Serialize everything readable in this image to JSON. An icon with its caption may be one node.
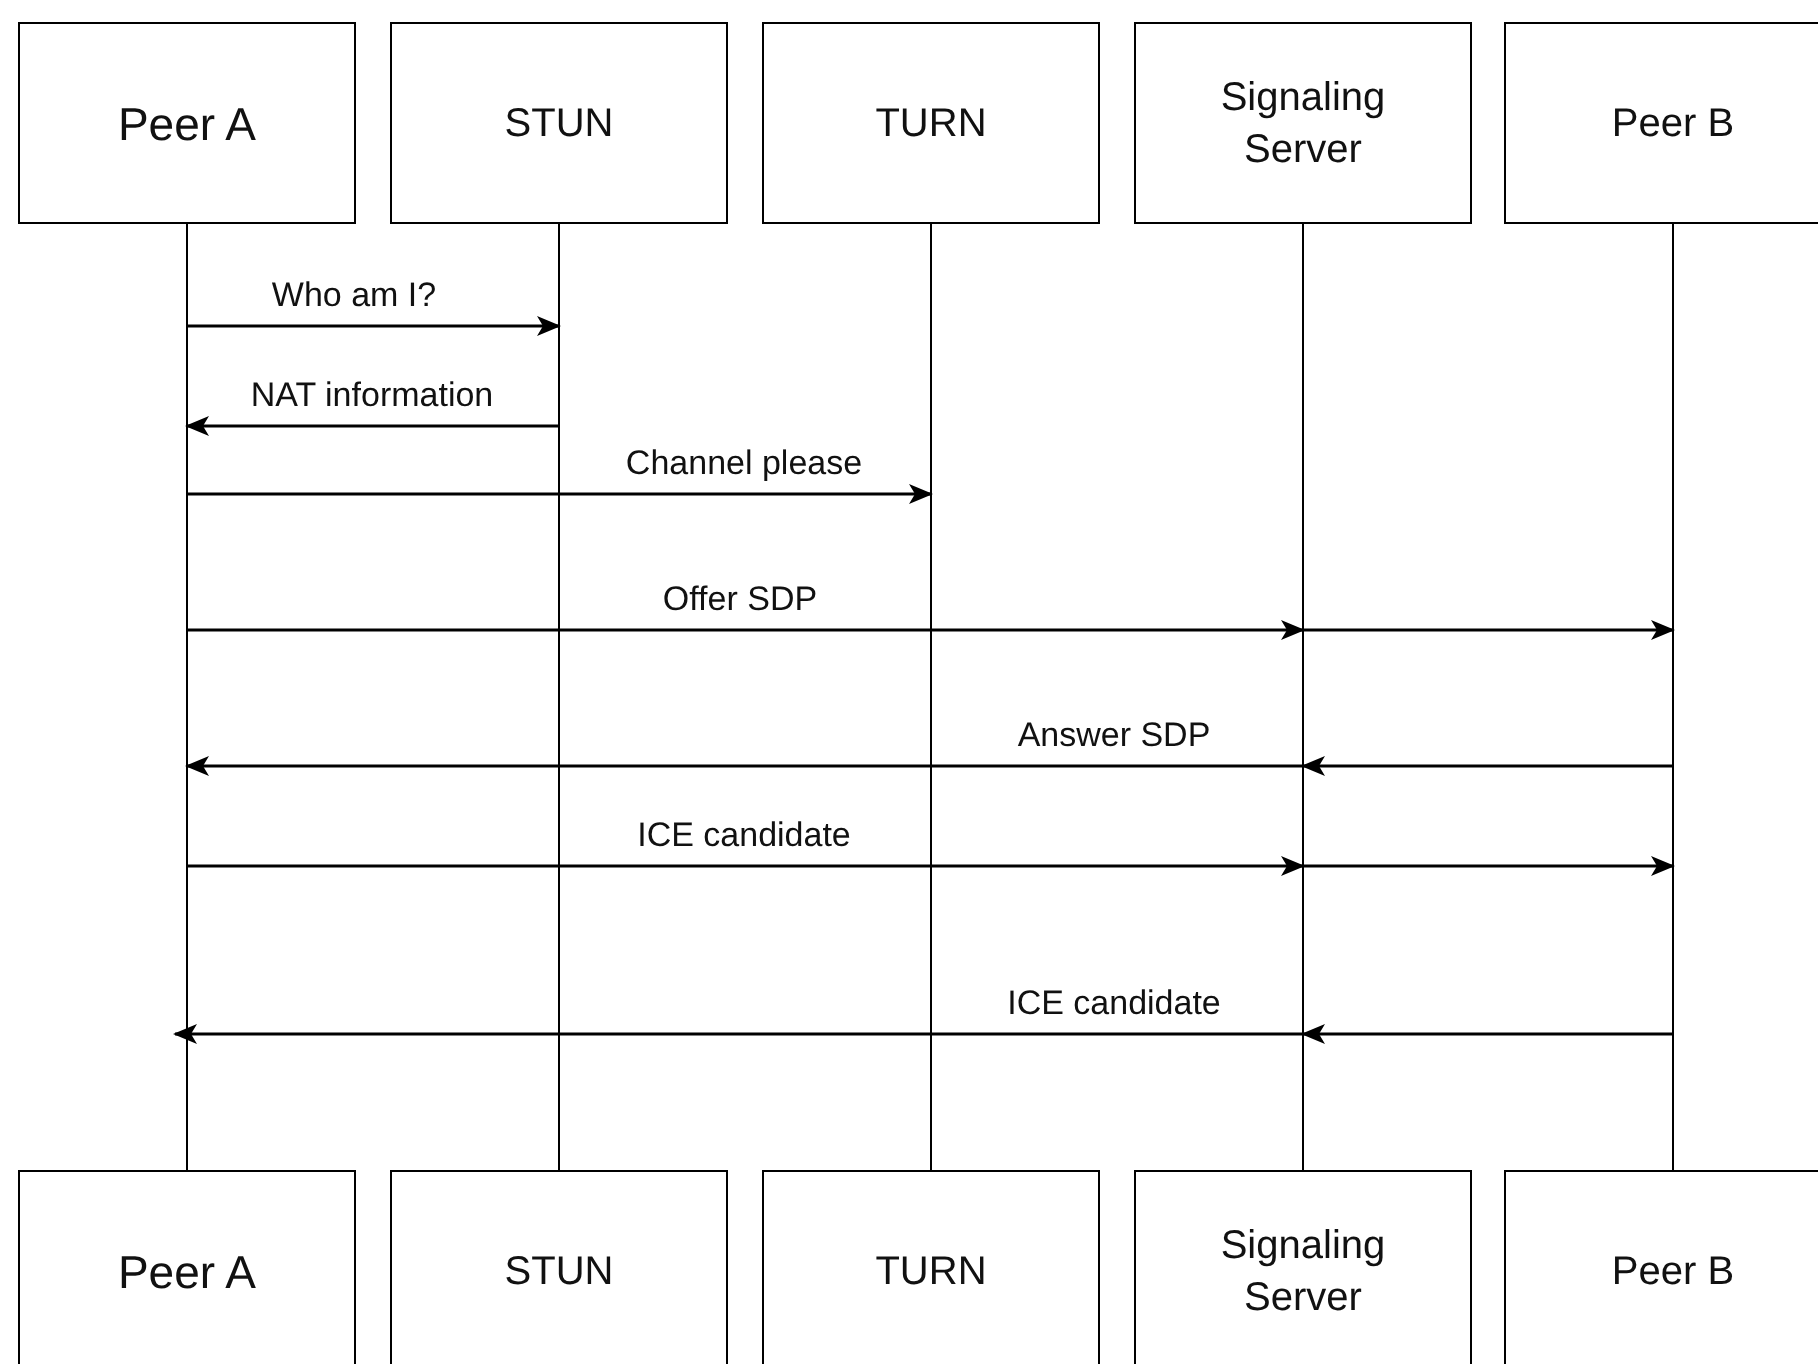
{
  "diagram": {
    "nodes": [
      {
        "text": [
          "Peer A"
        ]
      },
      {
        "text": [
          "STUN"
        ]
      },
      {
        "text": [
          "TURN"
        ]
      },
      {
        "text": [
          "Signaling Server"
        ]
      },
      {
        "text": [
          "Peer B"
        ]
      },
      {
        "text": [
          "Peer A"
        ]
      },
      {
        "text": [
          "STUN"
        ]
      },
      {
        "text": [
          "TURN"
        ]
      },
      {
        "text": [
          "Signaling Server"
        ]
      },
      {
        "text": [
          "Peer B"
        ]
      },
      {
        "text": [],
        "shape": "line"
      },
      {
        "text": [],
        "shape": "line"
      },
      {
        "text": [],
        "shape": "line"
      },
      {
        "text": [],
        "shape": "line"
      },
      {
        "text": [],
        "shape": "line"
      }
    ],
    "edges": [
      {
        "from": 10,
        "to": 11,
        "arrow": "to",
        "label": "Who am I?"
      },
      {
        "from": 11,
        "to": 10,
        "arrow": "to",
        "label": "NAT information"
      },
      {
        "from": 10,
        "to": 12,
        "arrow": "to",
        "label": "Channel please"
      },
      {
        "from": 10,
        "to": 13,
        "arrow": "to",
        "label": "Offer SDP"
      },
      {
        "from": 13,
        "to": 14,
        "arrow": "to"
      },
      {
        "from": 14,
        "to": 13,
        "arrow": "to"
      },
      {
        "from": 13,
        "to": 10,
        "arrow": "to",
        "label": "Answer SDP"
      },
      {
        "from": 10,
        "to": 13,
        "arrow": "to",
        "label": "ICE candidate"
      },
      {
        "from": 13,
        "to": 14,
        "arrow": "to"
      },
      {
        "from": 14,
        "to": 13,
        "arrow": "to"
      },
      {
        "from": 13,
        "to": 10,
        "arrow": "to",
        "label": "ICE candidate"
      }
    ]
  }
}
